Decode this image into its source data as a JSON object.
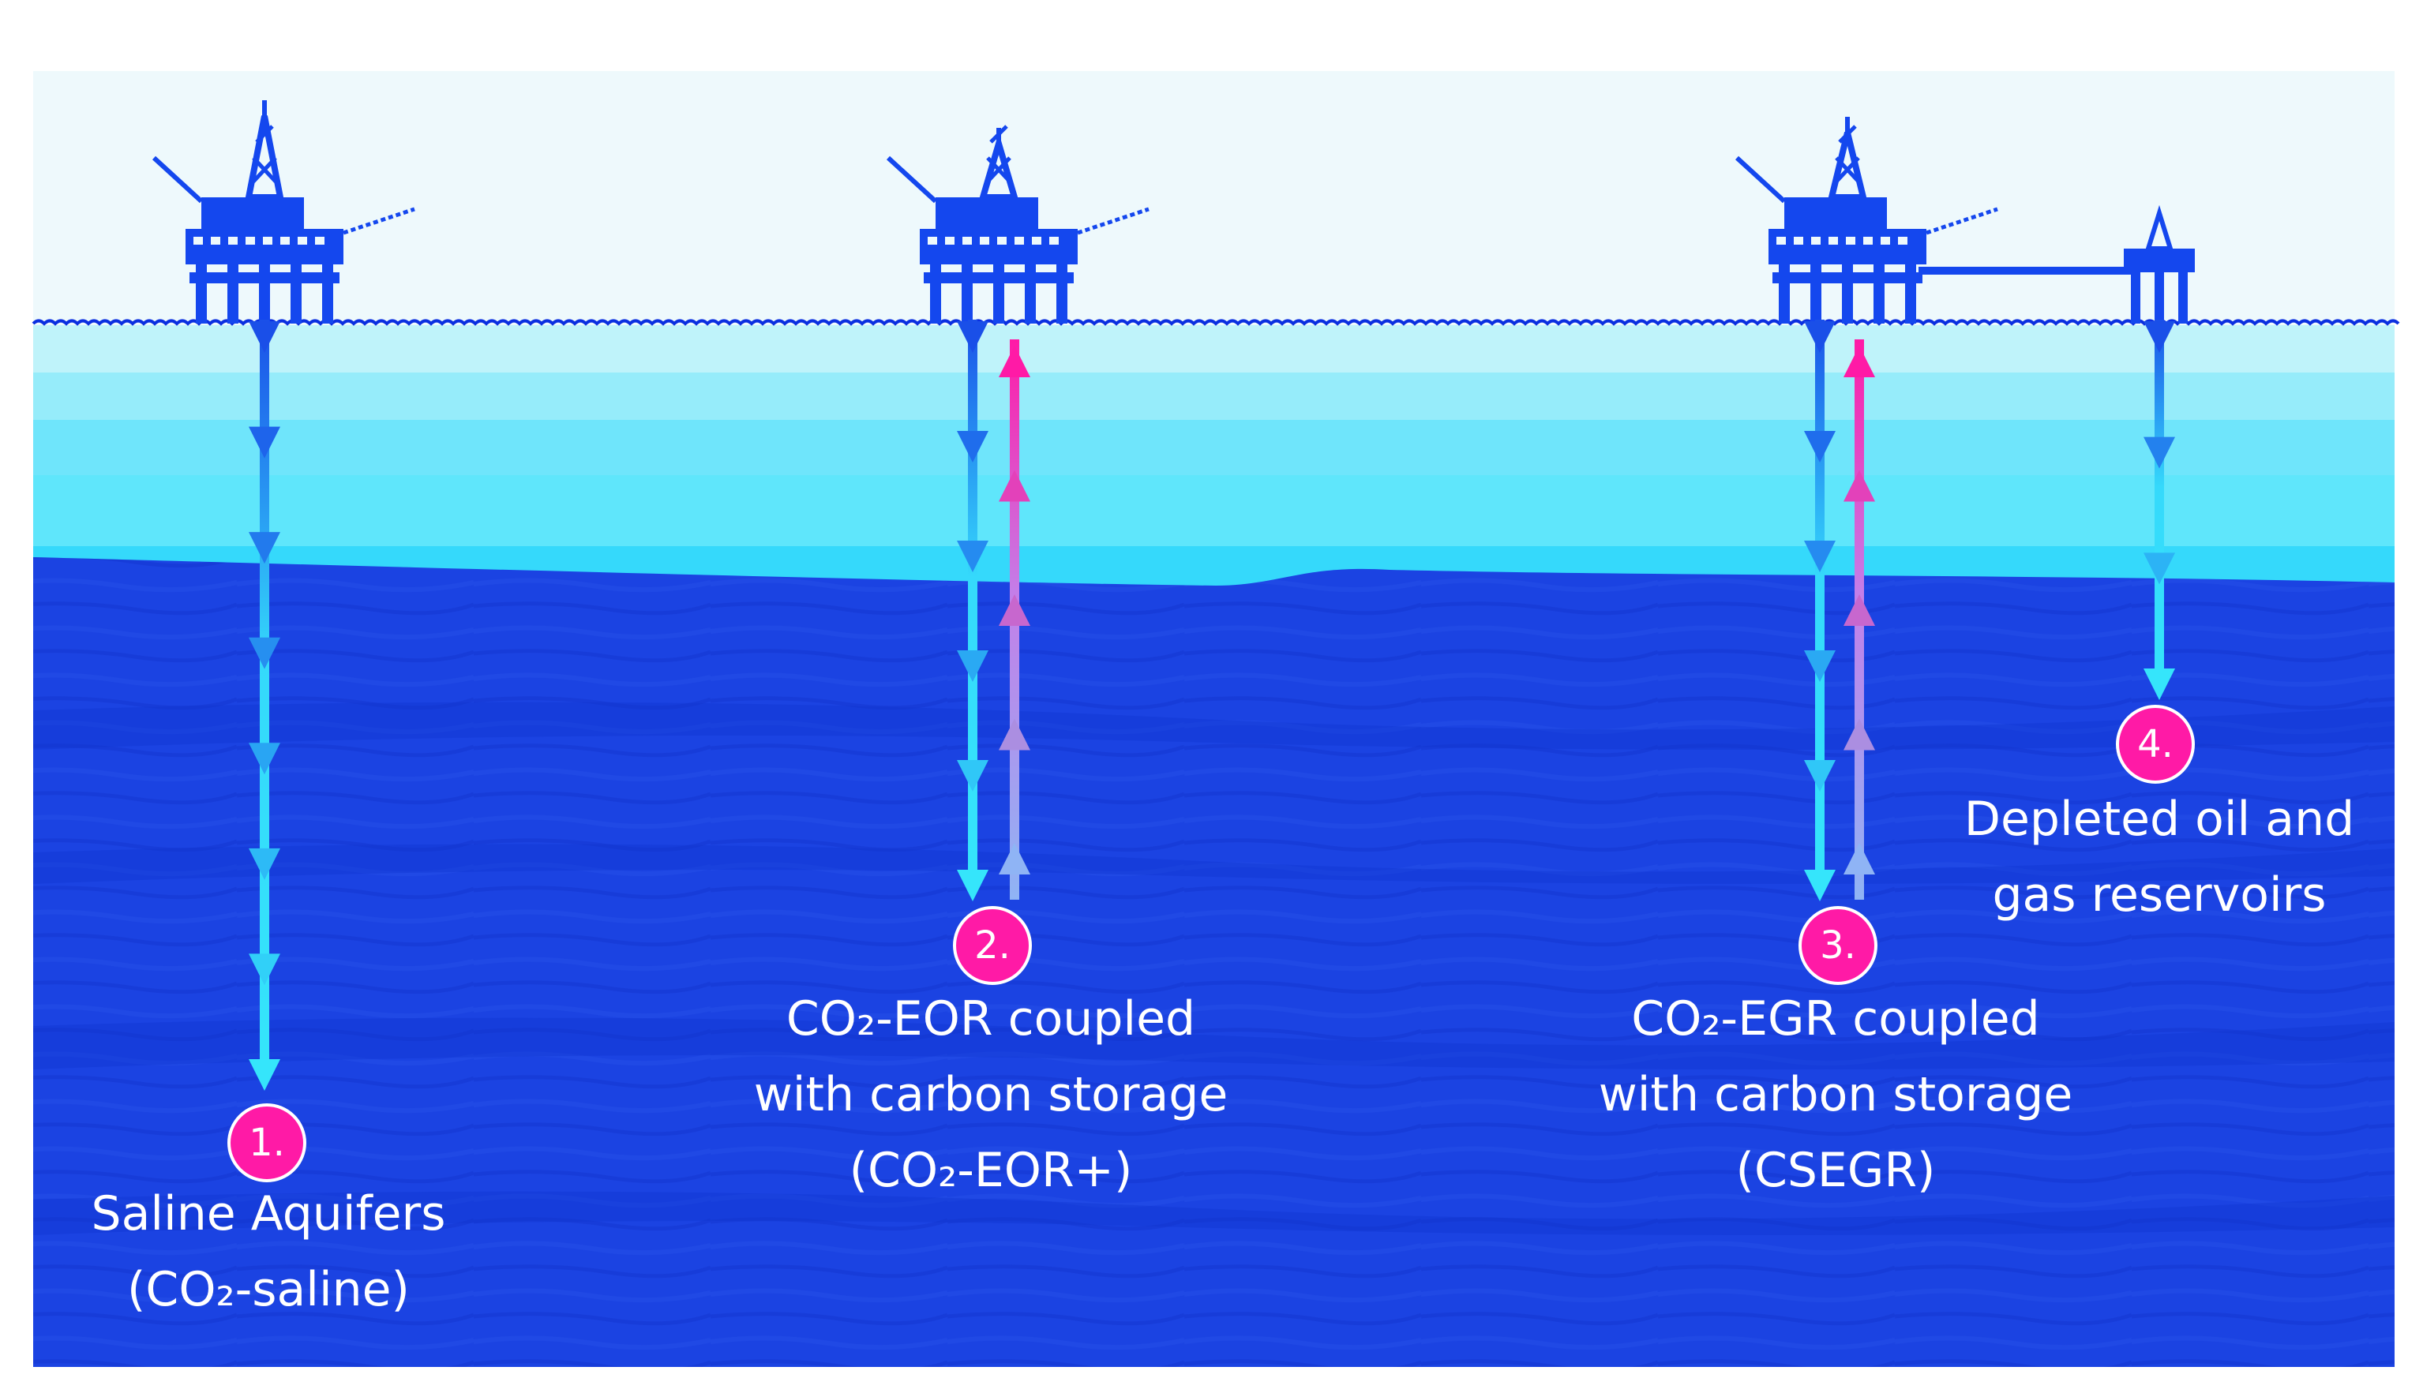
{
  "colors": {
    "sky": "#eef9fc",
    "water_surface": "#0a2fe0",
    "water_shallow": "#bff3fa",
    "water_mid": "#5fe6fb",
    "water_deep": "#35d9fb",
    "seabed": "#1b43e2",
    "seabed_dark": "#0f35cf",
    "platform": "#1447ee",
    "injection_arrow_top": "#1a4fe8",
    "injection_arrow_bottom": "#35e5fb",
    "production_arrow_top": "#ff1aa6",
    "production_arrow_bottom": "#8fb4f5",
    "badge": "#ff1aa6"
  },
  "sites": [
    {
      "number": "1.",
      "lines": [
        "Saline Aquifers",
        "(CO₂-saline)"
      ],
      "icon": "oil-rig-icon",
      "flows": [
        "injection"
      ]
    },
    {
      "number": "2.",
      "lines": [
        "CO₂-EOR coupled",
        "with carbon storage",
        "(CO₂-EOR+)"
      ],
      "icon": "oil-rig-icon",
      "flows": [
        "injection",
        "production"
      ]
    },
    {
      "number": "3.",
      "lines": [
        "CO₂-EGR coupled",
        "with carbon storage",
        "(CSEGR)"
      ],
      "icon": "oil-rig-icon",
      "flows": [
        "injection",
        "production"
      ]
    },
    {
      "number": "4.",
      "lines": [
        "Depleted oil and",
        "gas reservoirs"
      ],
      "icon": "small-rig-icon",
      "flows": [
        "injection"
      ]
    }
  ]
}
